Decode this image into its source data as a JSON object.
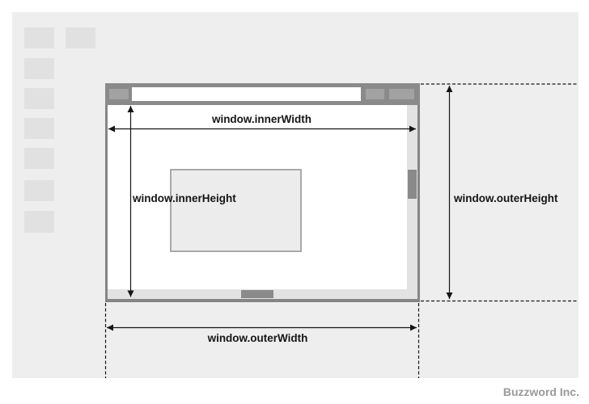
{
  "diagram": {
    "labels": {
      "inner_width": "window.innerWidth",
      "inner_height": "window.innerHeight",
      "outer_width": "window.outerWidth",
      "outer_height": "window.outerHeight"
    },
    "watermark": "Buzzword Inc.",
    "icons": {
      "desktop_tiles": 8,
      "browser_parts": [
        "back-button",
        "address-bar",
        "menu-button",
        "menu-button-wide",
        "vertical-scrollbar-thumb",
        "horizontal-scrollbar-thumb"
      ]
    },
    "colors": {
      "desktop_bg": "#eeeeee",
      "tile": "#e1e1e1",
      "titlebar": "#8a8a8a",
      "titlebar_button": "#a2a2a2",
      "window_border": "#858585",
      "viewport_bg": "#ffffff",
      "scrollbar_track": "#e2e2e2",
      "scrollbar_thumb": "#8a8a8a",
      "content_box_fill": "#ececec",
      "content_box_border": "#a9a9a9",
      "dimension_line": "#151515",
      "watermark_text": "#9a9a9a"
    }
  }
}
